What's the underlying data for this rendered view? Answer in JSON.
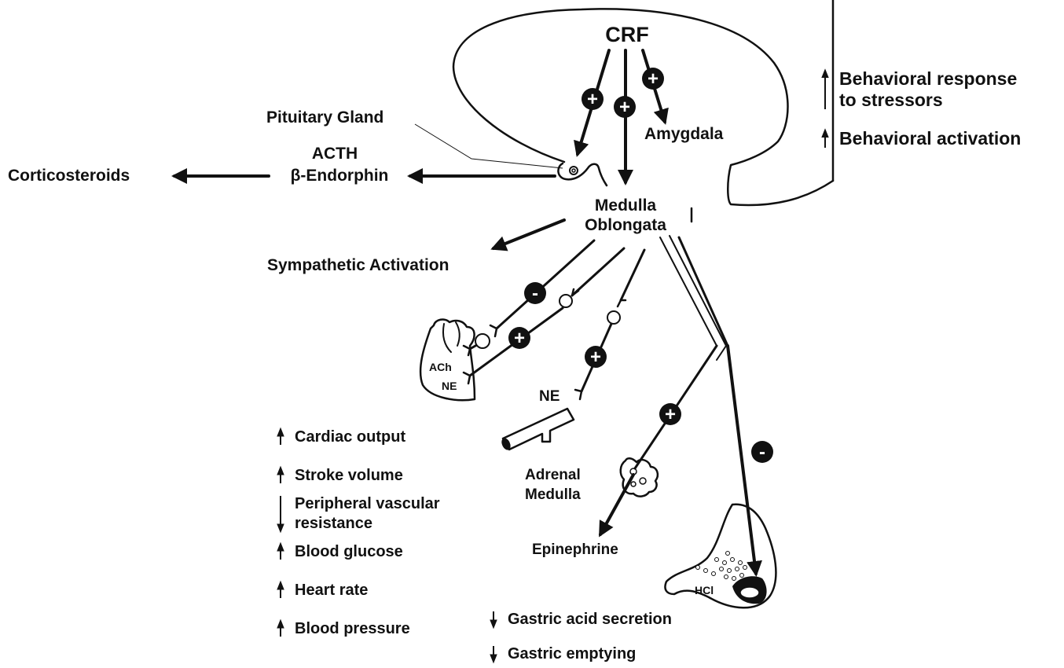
{
  "diagram": {
    "title": "CRF",
    "labels": {
      "pituitary": "Pituitary Gland",
      "acth": "ACTH",
      "endorphin": "β-Endorphin",
      "corticosteroids": "Corticosteroids",
      "amygdala": "Amygdala",
      "medulla_line1": "Medulla",
      "medulla_line2": "Oblongata",
      "sympathetic": "Sympathetic Activation",
      "ach": "ACh",
      "ne_heart": "NE",
      "ne_vessel": "NE",
      "adrenal_line1": "Adrenal",
      "adrenal_line2": "Medulla",
      "epinephrine": "Epinephrine",
      "hcl": "HCl"
    },
    "behavioral_effects": [
      {
        "direction": "up",
        "lines": [
          "Behavioral response",
          "to stressors"
        ]
      },
      {
        "direction": "up",
        "lines": [
          "Behavioral activation"
        ]
      }
    ],
    "cardiovascular_effects": [
      {
        "direction": "up",
        "lines": [
          "Cardiac output"
        ]
      },
      {
        "direction": "up",
        "lines": [
          "Stroke volume"
        ]
      },
      {
        "direction": "down",
        "lines": [
          "Peripheral vascular",
          "resistance"
        ]
      },
      {
        "direction": "up",
        "lines": [
          "Blood glucose"
        ]
      },
      {
        "direction": "up",
        "lines": [
          "Heart rate"
        ]
      },
      {
        "direction": "up",
        "lines": [
          "Blood pressure"
        ]
      }
    ],
    "gastric_effects": [
      {
        "direction": "down",
        "lines": [
          "Gastric acid secretion"
        ]
      },
      {
        "direction": "down",
        "lines": [
          "Gastric emptying"
        ]
      }
    ],
    "signs": {
      "plus": "+",
      "minus": "-"
    }
  }
}
